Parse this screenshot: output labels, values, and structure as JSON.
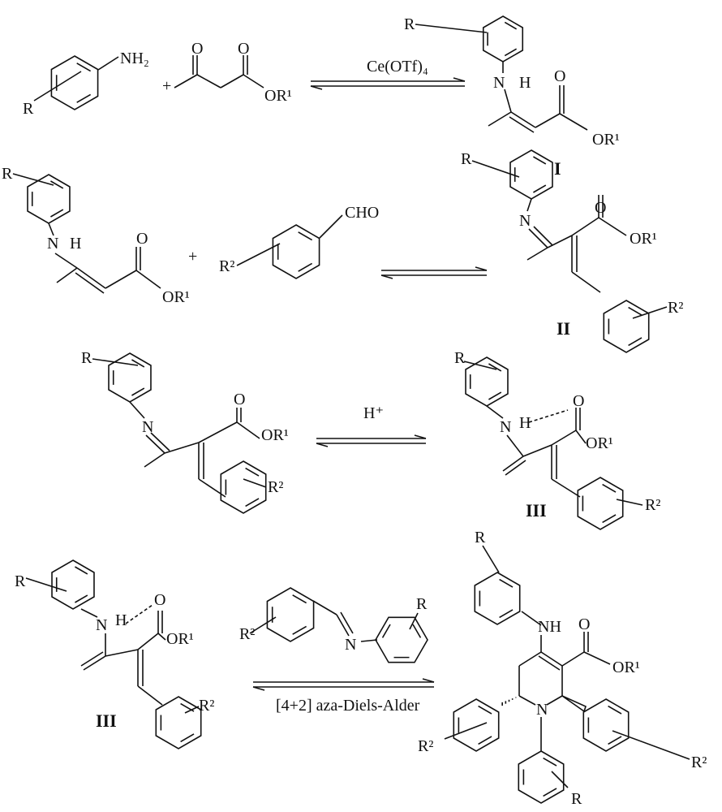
{
  "step1": {
    "aniline": {
      "r": "R",
      "amine": "NH₂"
    },
    "plus": "+",
    "ketoester": {
      "o_ketone": "O",
      "o_ester": "O",
      "ester": "OR¹"
    },
    "catalyst": "Ce(OTf)₄",
    "product": {
      "r": "R",
      "n": "N",
      "h": "H",
      "o": "O",
      "ester": "OR¹",
      "label": "I"
    }
  },
  "step2": {
    "enamine": {
      "r": "R",
      "n": "N",
      "h": "H",
      "o": "O",
      "ester": "OR¹"
    },
    "plus": "+",
    "aldehyde": {
      "r2": "R²",
      "cho": "CHO"
    },
    "product": {
      "r": "R",
      "n": "N",
      "o": "O",
      "ester": "OR¹",
      "r2": "R²",
      "label": "II"
    }
  },
  "step3": {
    "imine": {
      "r": "R",
      "n": "N",
      "o": "O",
      "ester": "OR¹",
      "r2": "R²"
    },
    "catalyst": "H⁺",
    "product": {
      "r": "R",
      "n": "N",
      "h": "H",
      "o": "O",
      "ester": "OR¹",
      "r2": "R²",
      "label": "III"
    }
  },
  "step4": {
    "diene": {
      "r": "R",
      "n": "N",
      "h": "H",
      "o": "O",
      "ester": "OR¹",
      "r2": "R²",
      "label": "III"
    },
    "dienophile": {
      "r2": "R²",
      "n": "N",
      "r": "R"
    },
    "reaction_label": "[4+2] aza-Diels-Alder",
    "product": {
      "r_top": "R",
      "nh": "NH",
      "o": "O",
      "ester": "OR¹",
      "n": "N",
      "r2_left": "R²",
      "r2_right": "R²",
      "r_bottom": "R"
    }
  }
}
